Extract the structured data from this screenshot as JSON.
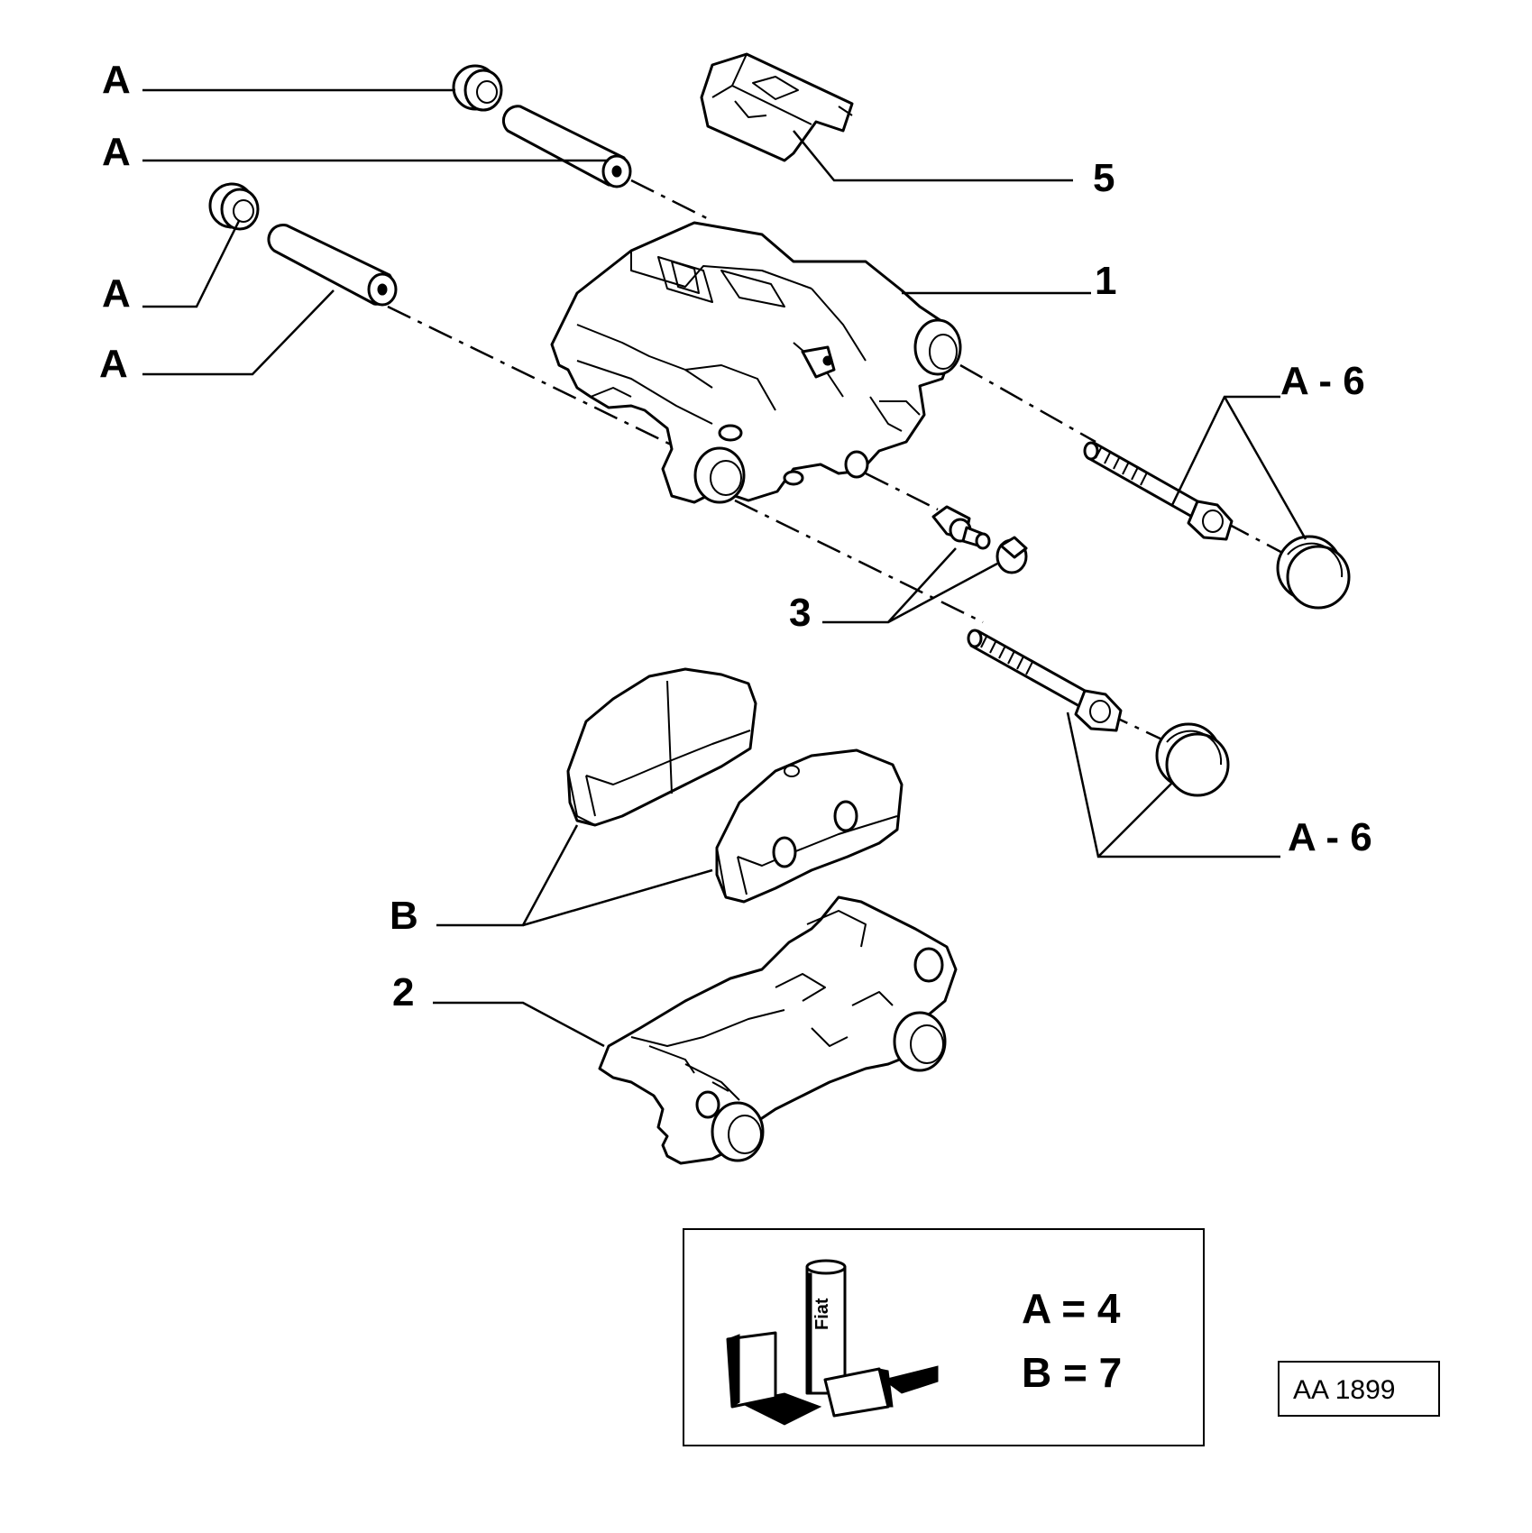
{
  "callouts": {
    "a1": "A",
    "a2": "A",
    "a3": "A",
    "a4": "A",
    "five": "5",
    "one": "1",
    "a6_upper": "A - 6",
    "three": "3",
    "a6_lower": "A - 6",
    "b": "B",
    "two": "2"
  },
  "kit_legend": {
    "line_a": "A = 4",
    "line_b": "B = 7",
    "logo_text": "Fiat"
  },
  "reference_code": "AA 1899"
}
